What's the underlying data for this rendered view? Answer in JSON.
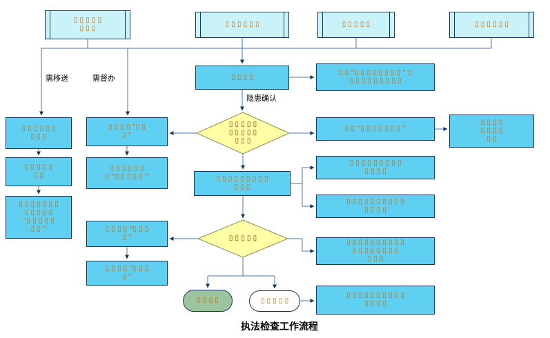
{
  "title": "执法检查工作流程",
  "labels": {
    "need_transfer": "需移送",
    "need_supervise": "需督办",
    "hazard_confirm": "隐患确认"
  },
  "colors": {
    "process_fill": "#5fd0f2",
    "predefined_fill": "#c9f3f9",
    "decision_fill": "#ffffa6",
    "decision_border": "#8a8a5c",
    "terminator_green_fill": "#9cc49e",
    "terminator_white_fill": "#ffffff",
    "node_border": "#17375e",
    "connector": "#4a74b0",
    "arrowhead": "#17375e",
    "glyph_orange": "#d26a00",
    "glyph_brown": "#993300"
  },
  "nodes": {
    "t1": {
      "lines": [
        "▯ ▯ ▯ ▯ ▯",
        "▯ ▯ ▯"
      ]
    },
    "t2": {
      "lines": [
        "▯ ▯ ▯ ▯ ▯ ▯"
      ]
    },
    "t3": {
      "lines": [
        "▯ ▯ ▯ ▯ ▯"
      ]
    },
    "t4": {
      "lines": [
        "▯ ▯ ▯ ▯ ▯ ▯"
      ]
    },
    "accept": {
      "lines": [
        "▯ ▯ ▯ ▯"
      ]
    },
    "r1": {
      "lines": [
        "▯ ▯ “▯ ▯ ▯ ▯ ▯ ▯ ▯ ▯ ” ▯",
        "▯ ▯ ▯ ▯ ▯ ▯ ▯ ▯ ▯"
      ]
    },
    "d1": {
      "lines": [
        "▯ ▯ ▯ ▯ ▯",
        "▯ ▯ ▯ ▯ ▯",
        "▯ ▯ ▯"
      ]
    },
    "l1": {
      "lines": [
        "▯ ▯ ▯ ▯ ▯ ▯",
        "▯ ▯ ▯"
      ]
    },
    "c2a": {
      "lines": [
        "▯ ▯ ▯ ▯ “▯ ▯",
        "▯ ”"
      ]
    },
    "l2": {
      "lines": [
        "▯ ▯ ▯ ▯ ▯",
        "▯ ▯"
      ]
    },
    "c2b": {
      "lines": [
        "▯ ▯ ▯ ▯ ▯ ▯",
        "▯ “▯ ▯ ▯ ▯ ▯ ”"
      ]
    },
    "l3": {
      "lines": [
        "▯ ▯ ▯ ▯ ▯ ▯ ▯",
        "▯ ▯ ▯ ▯ ▯",
        "“▯ ▯ ▯ ▯ ▯",
        "▯ ▯ ”"
      ]
    },
    "r2": {
      "lines": [
        "▯ ▯ “▯ ▯ ▯ ▯ ▯ ▯ ▯ ”"
      ]
    },
    "r3": {
      "lines": [
        "▯ ▯ ▯ ▯",
        "▯ ▯ ▯ ▯",
        "▯ ▯"
      ]
    },
    "h": {
      "lines": [
        "▯ ▯ ▯ ▯ ▯ ▯ ▯ ▯ ▯",
        "▯ ▯ ▯"
      ]
    },
    "r4": {
      "lines": [
        "▯ ▯ ▯ ▯ ▯ ▯ ▯ ▯ ▯",
        "▯ ▯ ▯ ▯"
      ]
    },
    "r5": {
      "lines": [
        "▯ ▯ ▯ ▯ ▯ ▯ ▯ ▯ ▯ ▯",
        "▯ ▯ ▯ ▯"
      ]
    },
    "d2": {
      "lines": [
        "▯ ▯ ▯ ▯ ▯"
      ]
    },
    "c2c": {
      "lines": [
        "▯ ▯ ▯ ▯ “▯ ▯ ▯",
        "▯ ”"
      ]
    },
    "c2d": {
      "lines": [
        "▯ ▯ ▯ ▯ “▯ ▯ ▯",
        "▯ ”"
      ]
    },
    "r6": {
      "lines": [
        "▯ ▯ ▯ ▯ ▯ ▯ ▯ ▯ ▯ ▯",
        "▯ ▯ ▯ ▯ ▯ ▯ ▯ ▯",
        "▯ ▯ ▯"
      ]
    },
    "term_green": {
      "lines": [
        "▯ ▯ ▯ ▯"
      ]
    },
    "term_white": {
      "lines": [
        "▯ ▯ ▯ ▯ ▯"
      ]
    },
    "r7": {
      "lines": [
        "▯ ▯ ▯ ▯ ▯ ▯ ▯ ▯ ▯ ▯",
        "▯ ▯ ▯ ▯"
      ]
    }
  }
}
